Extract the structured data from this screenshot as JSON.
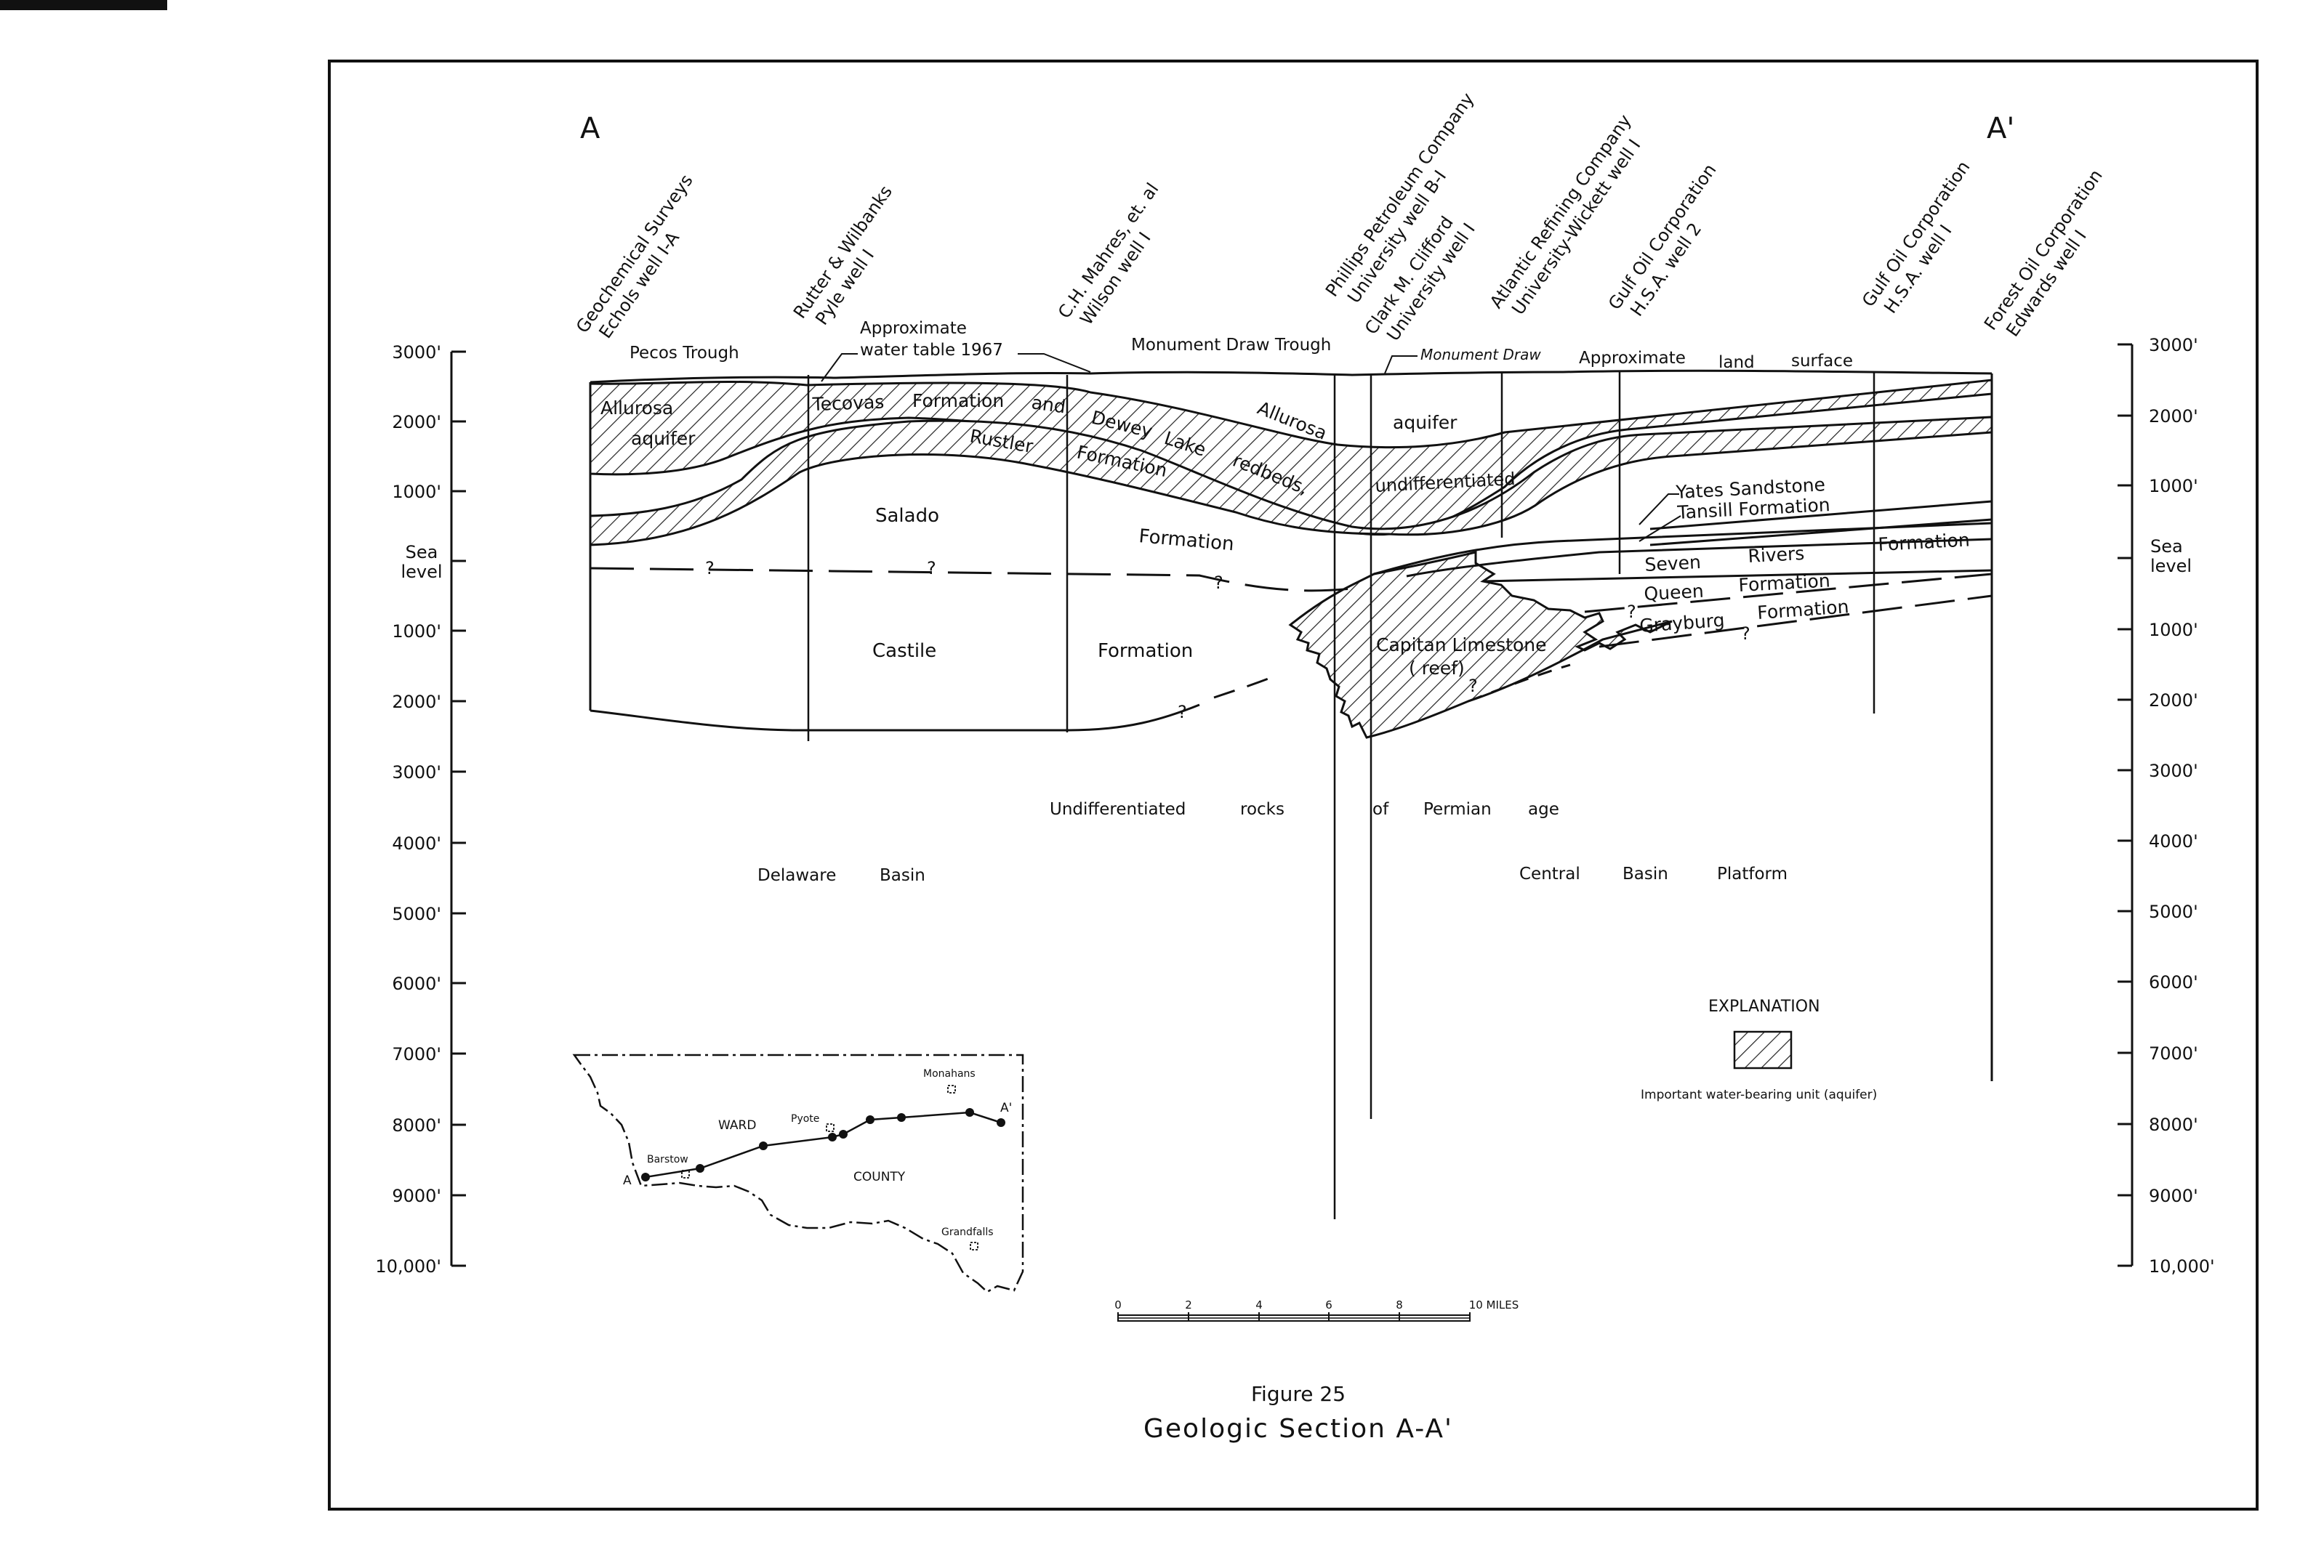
{
  "section": {
    "label_left": "A",
    "label_right": "A'"
  },
  "wells": [
    "Geochemical Surveys Echols well I-A",
    "Rutter & Wilbanks Pyle well I",
    "C.H. Mahres, et. al Wilson well I",
    "Phillips Petroleum Company University well B-I",
    "Clark M. Clifford University well I",
    "Atlantic Refining Company University-Wickett well I",
    "Gulf Oil Corporation H.S.A. well 2",
    "Gulf Oil Corporation H.S.A. well I",
    "Forest Oil Corporation Edwards well I"
  ],
  "depth_axis": {
    "ticks": [
      "3000'",
      "2000'",
      "1000'",
      "Sea level",
      "1000'",
      "2000'",
      "3000'",
      "4000'",
      "5000'",
      "6000'",
      "7000'",
      "8000'",
      "9000'",
      "10,000'"
    ]
  },
  "labels": {
    "pecos_trough": "Pecos Trough",
    "approx_water_table": "Approximate water table 1967",
    "monument_draw_trough": "Monument Draw Trough",
    "monument_draw": "Monument Draw",
    "approx_land_surface": "Approximate land surface",
    "allurosa_aquifer": "Allurosa aquifer",
    "tecovas": "Tecovas Formation and Dewey Lake redbeds,",
    "allurosa_aquifer_undiff": "Allurosa aquifer undifferentiated",
    "rustler": "Rustler Formation",
    "salado": "Salado",
    "salado_formation": "Formation",
    "castile": "Castile",
    "castile_formation": "Formation",
    "capitan": "Capitan Limestone",
    "reef": "( reef)",
    "yates": "Yates Sandstone",
    "tansill": "Tansill Formation",
    "seven_rivers": "Seven Rivers",
    "seven_rivers_formation": "Formation",
    "queen": "Queen Formation",
    "grayburg": "Grayburg Formation",
    "undiff_rocks": "Undifferentiated rocks of Permian age",
    "delaware_basin": "Delaware Basin",
    "central_basin_platform": "Central Basin Platform",
    "question": "?"
  },
  "explanation": {
    "title": "EXPLANATION",
    "item": "Important water-bearing unit (aquifer)"
  },
  "inset_map": {
    "ward": "WARD",
    "county": "COUNTY",
    "pyote": "Pyote",
    "monahans": "Monahans",
    "barstow": "Barstow",
    "grandfalls": "Grandfalls",
    "a": "A",
    "a_prime": "A'"
  },
  "scale_bar": {
    "ticks": [
      "0",
      "2",
      "4",
      "6",
      "8",
      "10 MILES"
    ]
  },
  "figure": {
    "number": "Figure 25",
    "title": "Geologic Section A-A'"
  },
  "colors": {
    "ink": "#111111",
    "paper": "#ffffff"
  }
}
